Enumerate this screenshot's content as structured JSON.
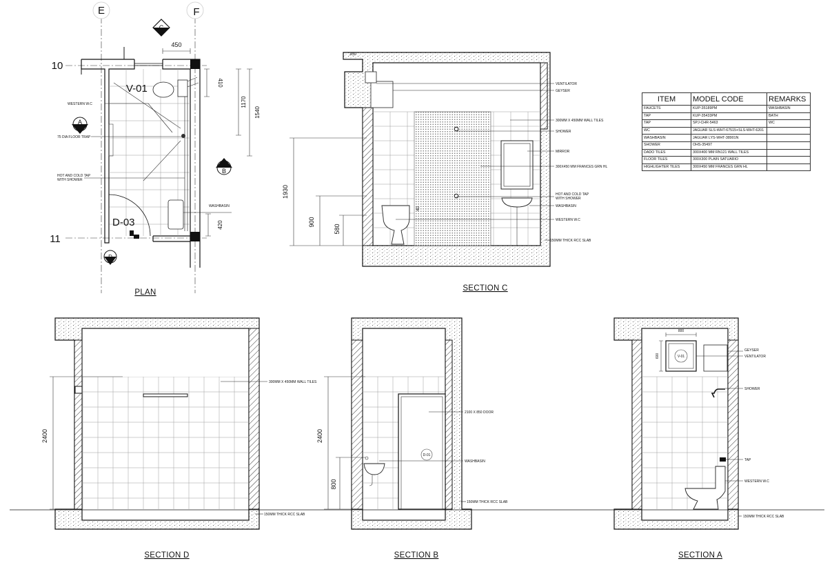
{
  "plan": {
    "title": "PLAN",
    "grid_e": "E",
    "grid_f": "F",
    "grid_10": "10",
    "grid_11": "11",
    "marker_c": "C",
    "marker_a": "A",
    "marker_b": "B",
    "marker_d": "D",
    "v01": "V-01",
    "d03": "D-03",
    "dim_450": "450",
    "dim_410": "410",
    "dim_1170": "1170",
    "dim_1540": "1540",
    "dim_420": "420",
    "label_wc": "WESTERN W.C",
    "label_trap": "75 DIA FLOOR TRAP",
    "label_tap_1": "HOT AND COLD TAP",
    "label_tap_2": "WITH SHOWER",
    "label_basin": "WASHBASIN"
  },
  "section_c": {
    "title": "SECTION C",
    "dim_350": "350",
    "dim_1930": "1930",
    "dim_900": "900",
    "dim_580": "580",
    "dim_40": "40",
    "l_ventilator": "VENTILATOR",
    "l_geyser": "GEYSER",
    "l_wall_tiles": "300MM X 450MM WALL TILES",
    "l_shower": "SHOWER",
    "l_mirror": "MIRROR",
    "l_frances": "300X450 MM FRANCES GRN HL",
    "l_tap_1": "HOT AND COLD TAP",
    "l_tap_2": "WITH SHOWER",
    "l_basin": "WASHBASIN",
    "l_wc": "WESTERN W.C",
    "l_slab": "150MM THICK RCC SLAB"
  },
  "schedule": {
    "headers": [
      "ITEM",
      "MODEL CODE",
      "REMARKS"
    ],
    "rows": [
      [
        "FAUCETS",
        "KUP-35189PM",
        "WASHBASIN"
      ],
      [
        "TAP",
        "KUP-35433PM",
        "BATH"
      ],
      [
        "TAP",
        "SPJ-CHR-5463",
        "WC"
      ],
      [
        "WC",
        "JAGUAR SLS-WHT-67515+SLS-WHT-6201",
        ""
      ],
      [
        "WASHBASIN",
        "JAGUAR LYS-WHT-38901N",
        ""
      ],
      [
        "SHOWER",
        "OHS-35497",
        ""
      ],
      [
        "DADO TILES",
        "300X400 MM RN121 WALL TILES",
        ""
      ],
      [
        "FLOOR TILES",
        "300X300 PLAIN SATUARIO",
        ""
      ],
      [
        "HIGHLIGHTER TILES",
        "300X450 MM FRANCES GRN HL",
        ""
      ]
    ]
  },
  "section_d": {
    "title": "SECTION D",
    "dim_2400": "2400",
    "l_wall_tiles": "300MM X 450MM WALL TILES",
    "l_slab": "150MM THICK RCC SLAB"
  },
  "section_b": {
    "title": "SECTION B",
    "dim_2400": "2400",
    "dim_800": "800",
    "d01": "D-01",
    "l_door": "2100 X 850 DOOR",
    "l_basin": "WASHBASIN",
    "l_slab": "150MM THICK RCC SLAB"
  },
  "section_a": {
    "title": "SECTION A",
    "dim_800": "800",
    "dim_600": "600",
    "v01": "V-01",
    "l_geyser": "GEYSER",
    "l_ventilator": "VENTILATOR",
    "l_shower": "SHOWER",
    "l_tap": "TAP",
    "l_wc": "WESTERN W.C",
    "l_slab": "150MM THICK RCC SLAB"
  }
}
